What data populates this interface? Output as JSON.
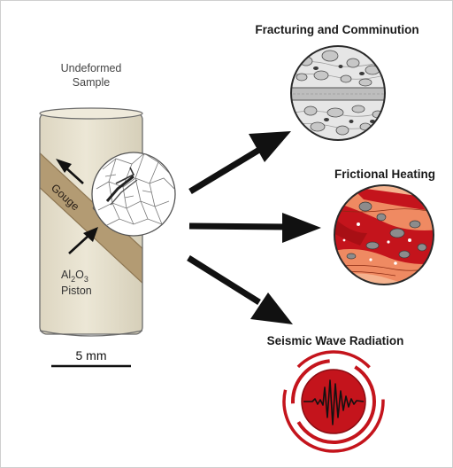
{
  "sample": {
    "label_line1": "Undeformed",
    "label_line2": "Sample",
    "gouge_label": "Gouge",
    "piston_formula": {
      "part1": "Al",
      "sub1": "2",
      "part2": "O",
      "sub2": "3"
    },
    "piston_label": "Piston",
    "scale_label": "5 mm"
  },
  "processes": [
    {
      "title": "Fracturing and Comminution"
    },
    {
      "title": "Frictional Heating"
    },
    {
      "title": "Seismic Wave Radiation"
    }
  ],
  "colors": {
    "sample_fill": "#e8e2cf",
    "gouge_band": "#b39b73",
    "outline": "#6b6b6b",
    "heat_red": "#c4141c",
    "arrow": "#111111"
  }
}
